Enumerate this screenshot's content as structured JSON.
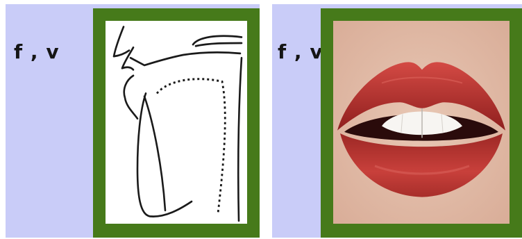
{
  "left_panel": {
    "phoneme_label": "f , v",
    "illustration": "sagittal-mouth-diagram"
  },
  "right_panel": {
    "phoneme_label": "f , v",
    "illustration": "lips-photo"
  },
  "colors": {
    "panel_background": "#c9ccf8",
    "frame_green": "#467a1a",
    "label_text": "#151515",
    "lip_red": "#b8302c"
  }
}
